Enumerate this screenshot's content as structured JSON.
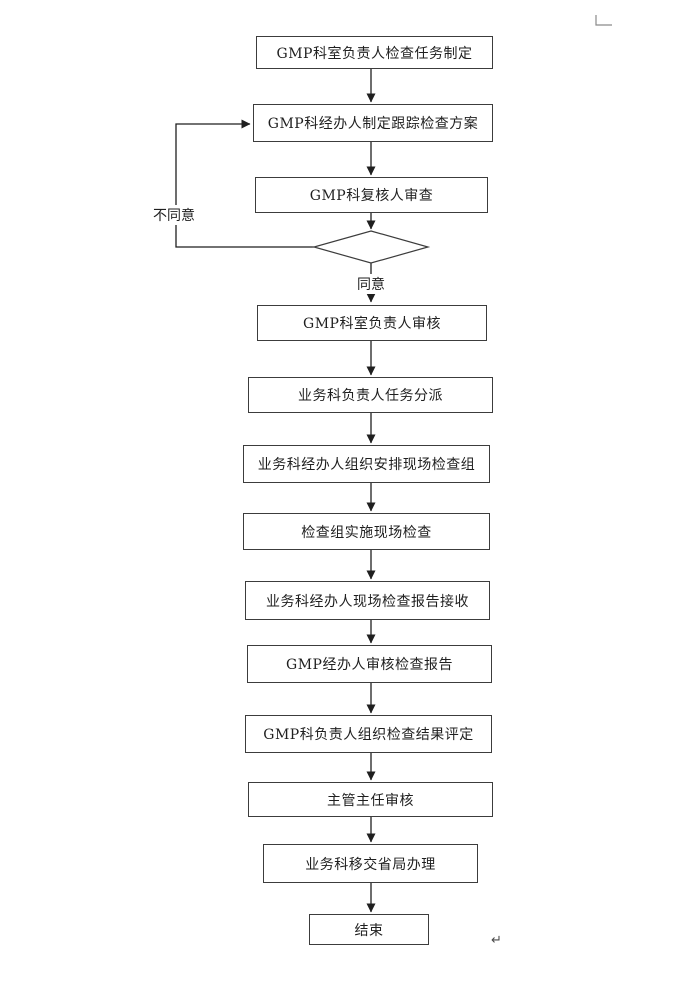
{
  "diagram": {
    "type": "flowchart",
    "nodes": [
      {
        "shape": "rect",
        "label": "GMP科室负责人检查任务制定"
      },
      {
        "shape": "rect",
        "label": "GMP科经办人制定跟踪检查方案"
      },
      {
        "shape": "rect",
        "label": "GMP科复核人审查"
      },
      {
        "shape": "diamond",
        "label": ""
      },
      {
        "shape": "rect",
        "label": "GMP科室负责人审核"
      },
      {
        "shape": "rect",
        "label": "业务科负责人任务分派"
      },
      {
        "shape": "rect",
        "label": "业务科经办人组织安排现场检查组"
      },
      {
        "shape": "rect",
        "label": "检查组实施现场检查"
      },
      {
        "shape": "rect",
        "label": "业务科经办人现场检查报告接收"
      },
      {
        "shape": "rect",
        "label": "GMP经办人审核检查报告"
      },
      {
        "shape": "rect",
        "label": "GMP科负责人组织检查结果评定"
      },
      {
        "shape": "rect",
        "label": "主管主任审核"
      },
      {
        "shape": "rect",
        "label": "业务科移交省局办理"
      },
      {
        "shape": "rect",
        "label": "结束"
      }
    ],
    "edge_labels": {
      "approve": "同意",
      "reject": "不同意"
    },
    "colors": {
      "line": "#1f1f1f",
      "box_border": "#3c3c3c",
      "text": "#1f1f1f",
      "margin_mark": "#8a8a8a"
    }
  },
  "decorations": {
    "paragraph_mark": "↵"
  }
}
